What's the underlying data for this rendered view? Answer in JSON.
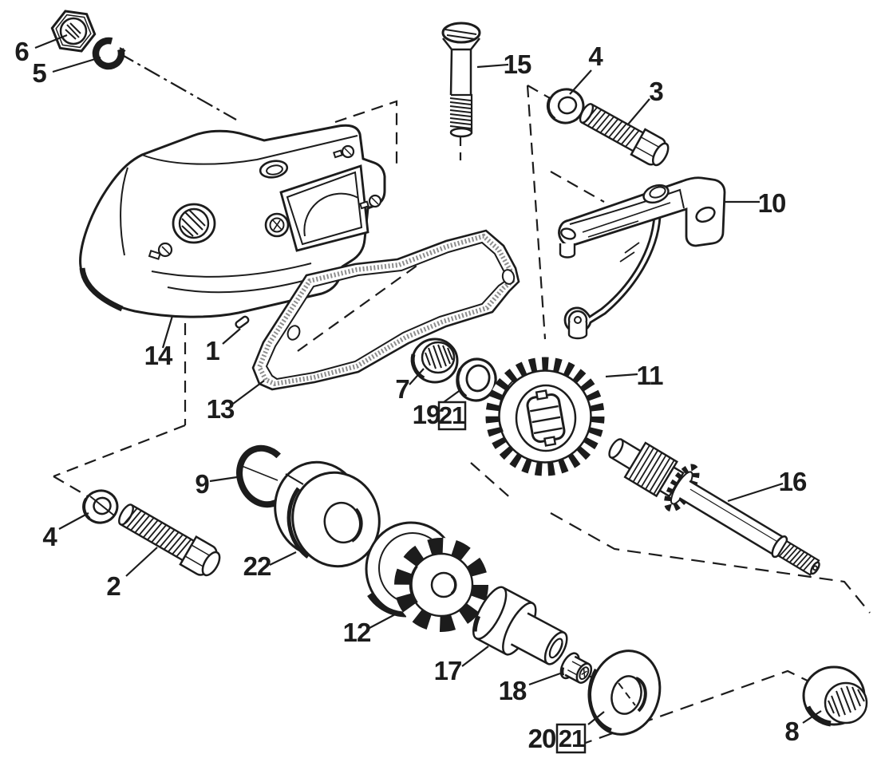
{
  "diagram": {
    "kind": "exploded-parts-diagram",
    "colors": {
      "ink": "#1c1c1c",
      "paper": "#ffffff"
    },
    "labels": {
      "l1": "1",
      "l2": "2",
      "l3": "3",
      "l4a": "4",
      "l4b": "4",
      "l5": "5",
      "l6": "6",
      "l7": "7",
      "l8": "8",
      "l9": "9",
      "l10": "10",
      "l11": "11",
      "l12": "12",
      "l13": "13",
      "l14": "14",
      "l15": "15",
      "l16": "16",
      "l17": "17",
      "l18": "18",
      "l19": "19",
      "l20": "20",
      "l21a": "21",
      "l21b": "21",
      "l22": "22"
    },
    "parts": [
      {
        "num": "1",
        "icon": "dowel-pin-icon"
      },
      {
        "num": "2",
        "icon": "hex-bolt-icon"
      },
      {
        "num": "3",
        "icon": "hex-bolt-icon"
      },
      {
        "num": "4",
        "icon": "flat-washer-icon"
      },
      {
        "num": "5",
        "icon": "lock-washer-icon"
      },
      {
        "num": "6",
        "icon": "hex-nut-icon"
      },
      {
        "num": "7",
        "icon": "needle-bearing-icon"
      },
      {
        "num": "8",
        "icon": "needle-bearing-icon"
      },
      {
        "num": "9",
        "icon": "snap-ring-icon"
      },
      {
        "num": "10",
        "icon": "shift-lever-icon"
      },
      {
        "num": "11",
        "icon": "spur-gear-icon"
      },
      {
        "num": "12",
        "icon": "pinion-gear-icon"
      },
      {
        "num": "13",
        "icon": "gasket-icon"
      },
      {
        "num": "14",
        "icon": "housing-icon"
      },
      {
        "num": "15",
        "icon": "slotted-screw-icon"
      },
      {
        "num": "16",
        "icon": "gear-shaft-icon"
      },
      {
        "num": "17",
        "icon": "spacer-bushing-icon"
      },
      {
        "num": "18",
        "icon": "flange-nut-icon"
      },
      {
        "num": "19",
        "icon": "seal-ring-icon"
      },
      {
        "num": "20",
        "icon": "flat-washer-icon"
      },
      {
        "num": "21",
        "icon": "boxed-alternate-callout"
      },
      {
        "num": "22",
        "icon": "thrust-washer-icon"
      }
    ]
  }
}
